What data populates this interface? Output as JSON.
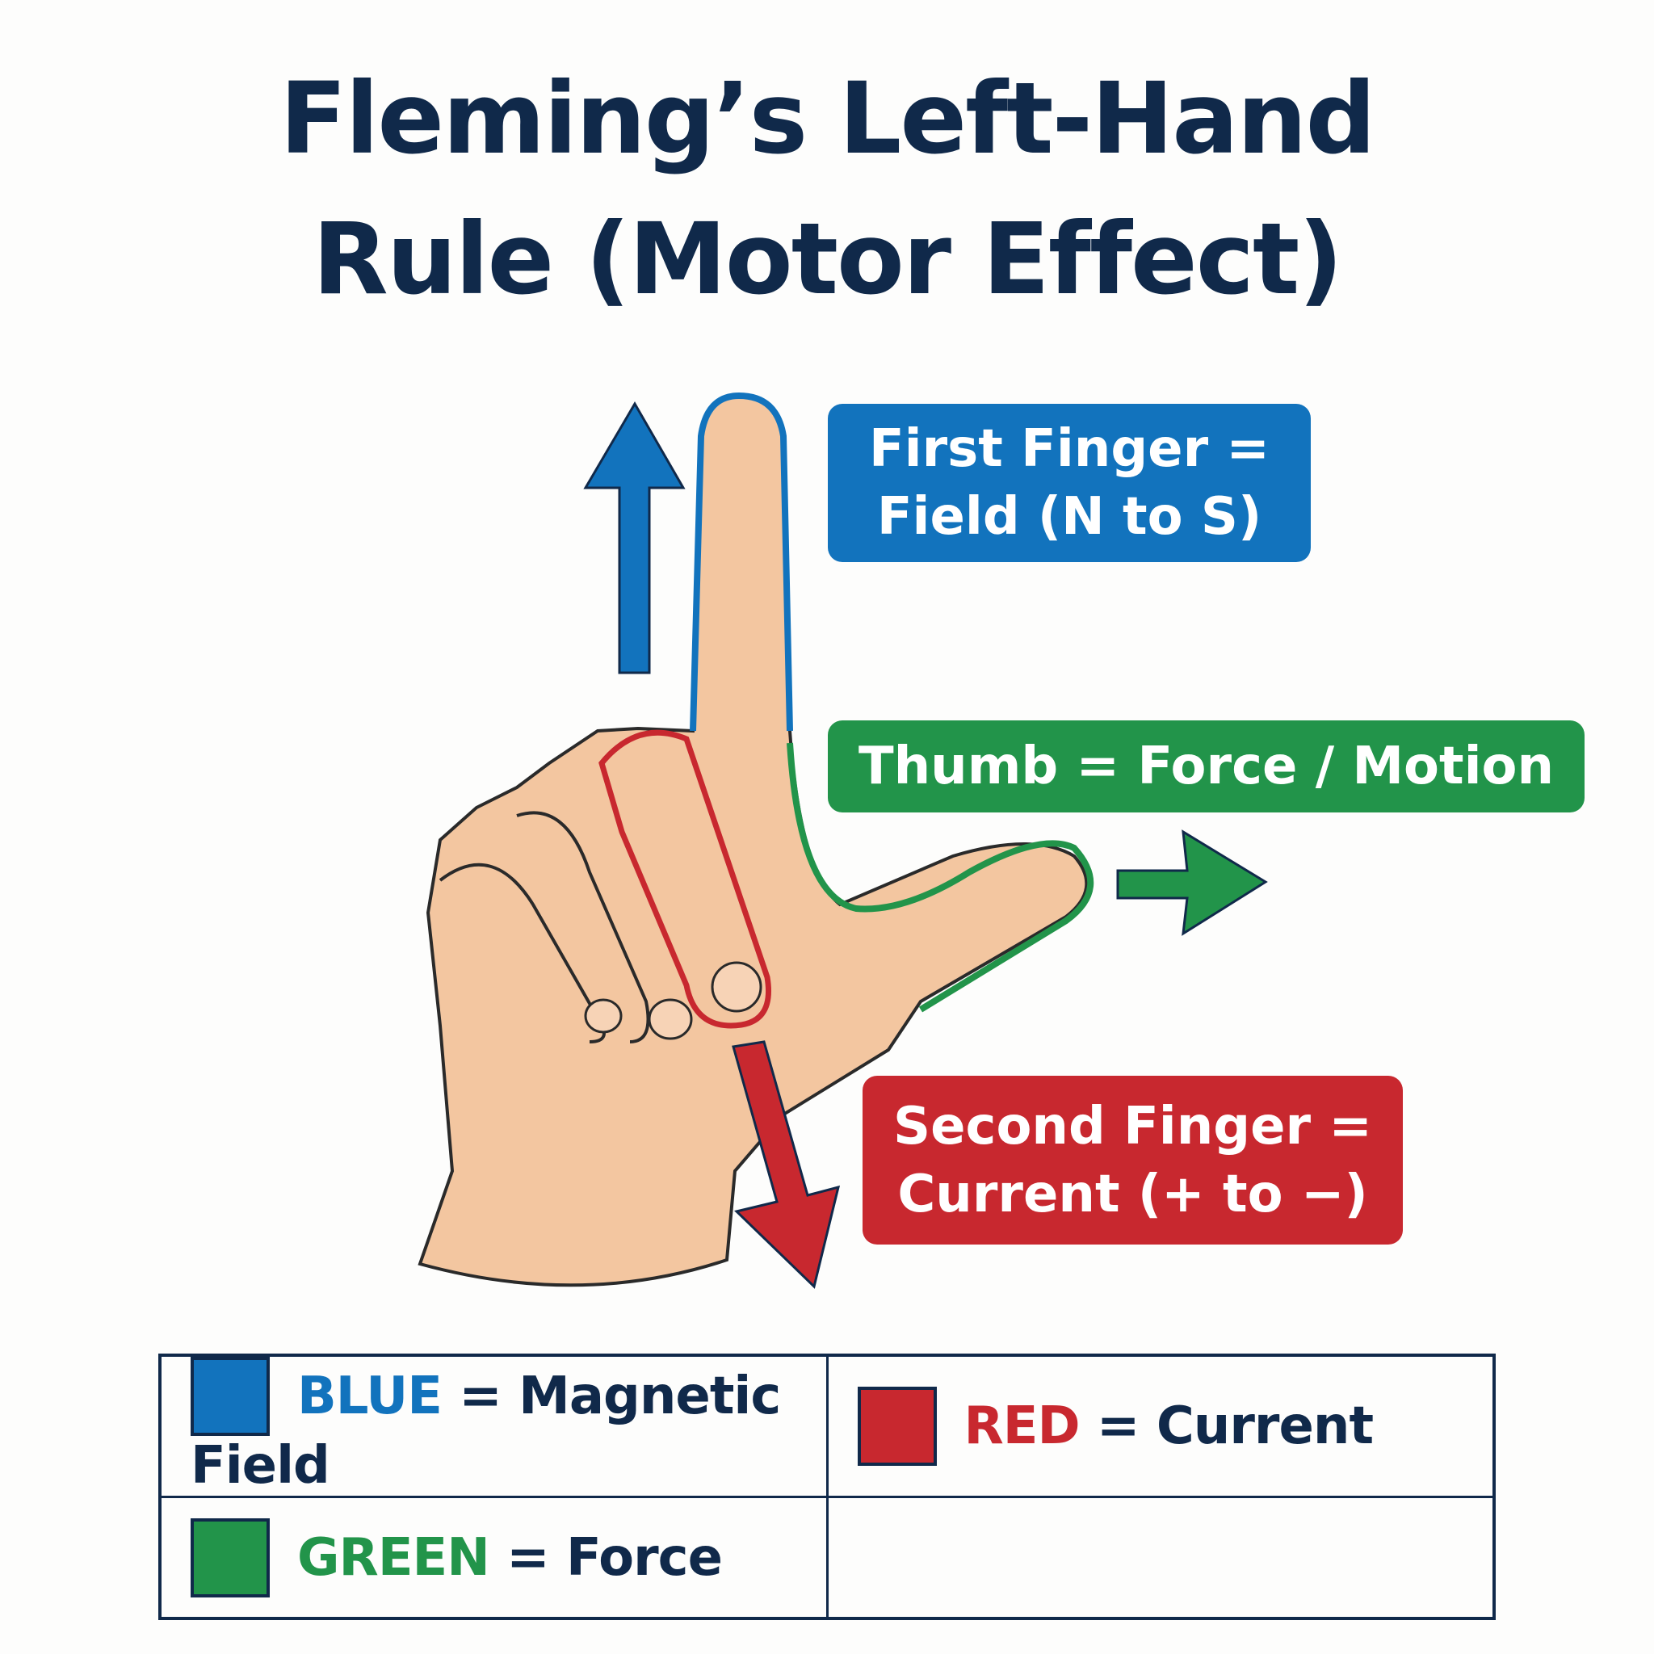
{
  "title": {
    "line1": "Fleming’s Left-Hand",
    "line2": "Rule (Motor Effect)"
  },
  "labels": {
    "field": {
      "line1": "First Finger =",
      "line2": "Field (N to S)"
    },
    "force": {
      "line1": "Thumb = Force / Motion"
    },
    "current": {
      "line1": "Second Finger =",
      "line2": "Current (+ to −)"
    }
  },
  "legend": [
    {
      "color_word": "BLUE",
      "meaning": "= Magnetic Field",
      "color": "#1273bd"
    },
    {
      "color_word": "RED",
      "meaning": "= Current",
      "color": "#c8282f"
    },
    {
      "color_word": "GREEN",
      "meaning": "= Force",
      "color": "#22944a"
    }
  ],
  "colors": {
    "blue": "#1273bd",
    "green": "#22944a",
    "red": "#c8282f",
    "navy": "#10294a",
    "skin": "#f3c6a0"
  }
}
